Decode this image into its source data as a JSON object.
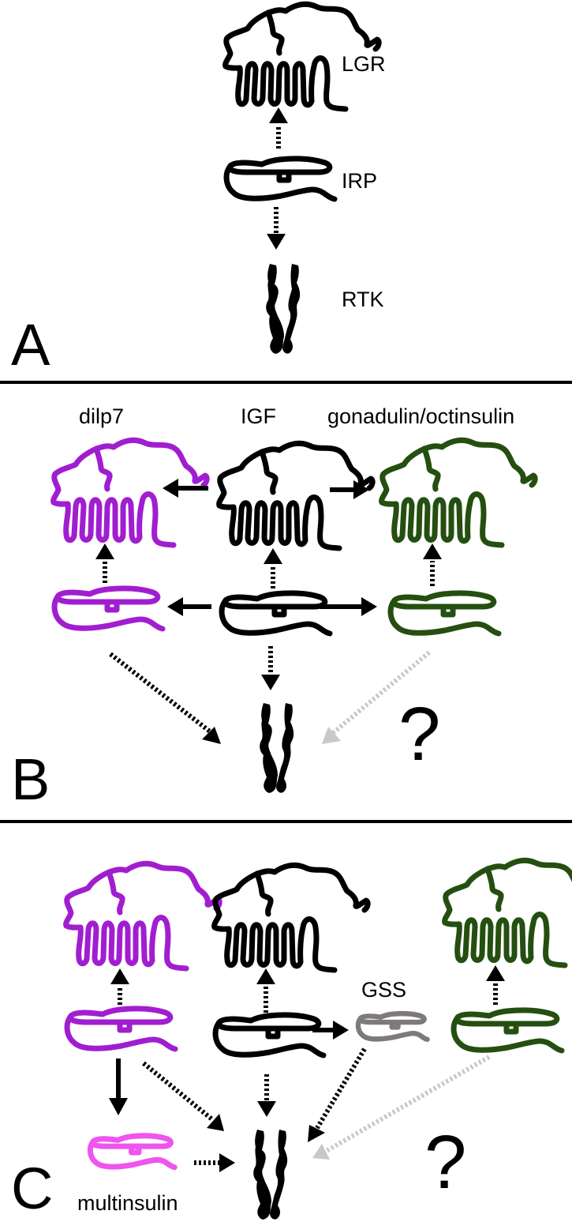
{
  "panels": {
    "A": {
      "letter": "A",
      "labels": {
        "lgr": "LGR",
        "irp": "IRP",
        "rtk": "RTK"
      }
    },
    "B": {
      "letter": "B",
      "labels": {
        "dilp7": "dilp7",
        "igf": "IGF",
        "gonadulin": "gonadulin/octinsulin"
      },
      "question": "?"
    },
    "C": {
      "letter": "C",
      "labels": {
        "gss": "GSS",
        "multinsulin": "multinsulin"
      },
      "question": "?"
    }
  },
  "colors": {
    "black": "#000000",
    "purple": "#a11ed0",
    "green": "#244f10",
    "pink": "#ee55ee",
    "gray": "#7f7a7a",
    "lightgray": "#c8c8c8"
  },
  "icons": {
    "lgr": "lgr-receptor-icon",
    "irp": "irp-ligand-icon",
    "rtk": "rtk-receptor-icon"
  }
}
